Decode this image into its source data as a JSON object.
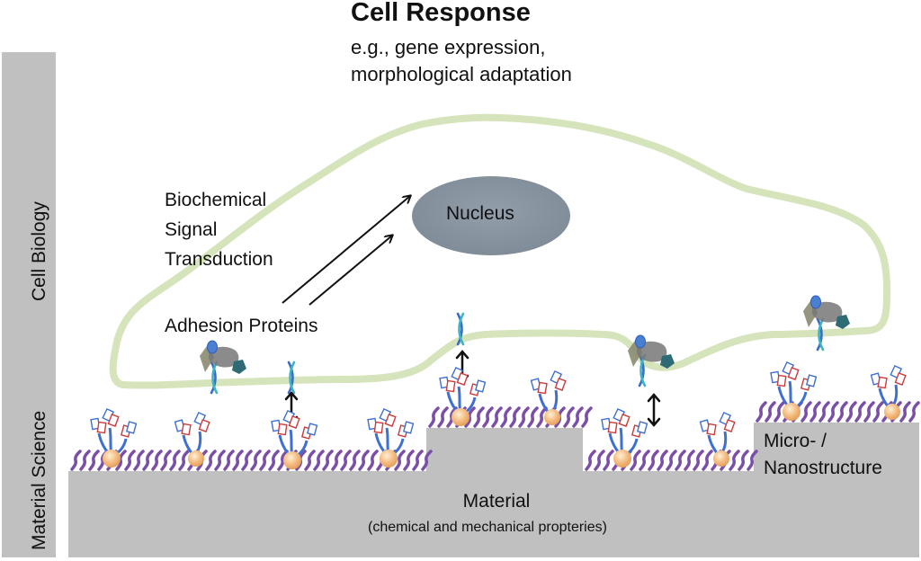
{
  "header": {
    "title": "Cell Response",
    "subtitle_lines": [
      "e.g., gene expression,",
      "morphological adaptation"
    ]
  },
  "side_labels": {
    "cell_biology": "Cell Biology",
    "material_science": "Material Science"
  },
  "cell": {
    "nucleus_label": "Nucleus",
    "signal_label_lines": [
      "Biochemical",
      "Signal",
      "Transduction"
    ],
    "adhesion_label": "Adhesion Proteins"
  },
  "material": {
    "title": "Material",
    "subtitle": "(chemical and mechanical propteries)",
    "structure_label_lines": [
      "Micro- /",
      "Nanostructure"
    ]
  },
  "colors": {
    "membrane": "#d6e4bb",
    "nucleus": "#8e99a6",
    "material": "#c0c0c0",
    "ligand_stroke": "#7b4fa8",
    "integrin_dark": "#3b6cc0",
    "integrin_light": "#3bb5c6",
    "bead": "#f2b677",
    "receptor_blue": "#3e6fd1",
    "receptor_red": "#cc3b3b"
  }
}
